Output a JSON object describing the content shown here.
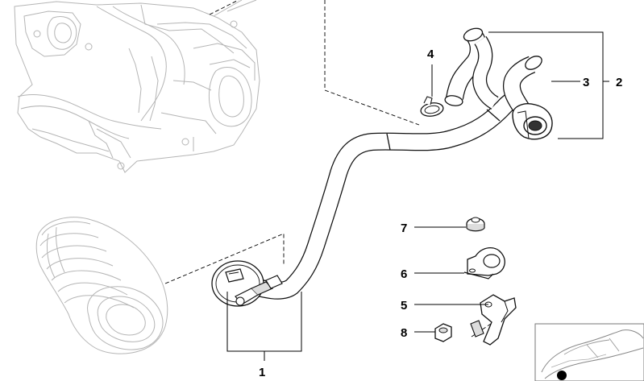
{
  "diagram": {
    "callouts": [
      {
        "id": "c1",
        "text": "1"
      },
      {
        "id": "c2",
        "text": "2"
      },
      {
        "id": "c3",
        "text": "3"
      },
      {
        "id": "c4",
        "text": "4"
      },
      {
        "id": "c5",
        "text": "5"
      },
      {
        "id": "c6",
        "text": "6"
      },
      {
        "id": "c7",
        "text": "7"
      },
      {
        "id": "c8",
        "text": "8"
      }
    ],
    "colors": {
      "line": "#111111",
      "ghost": "#b5b5b5",
      "background": "#ffffff"
    }
  }
}
